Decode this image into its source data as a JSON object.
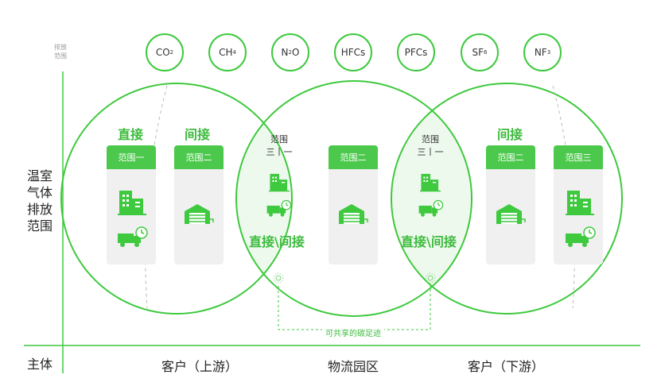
{
  "axis": {
    "top_label_line1": "排放",
    "top_label_line2": "范围",
    "left_label": [
      "温室",
      "气体",
      "排放",
      "范围"
    ],
    "bottom_label": "主体"
  },
  "gases": [
    {
      "main": "CO",
      "sub": "2"
    },
    {
      "main": "CH",
      "sub": "4"
    },
    {
      "main": "N",
      "sub": "2",
      "tail": "O"
    },
    {
      "main": "HFCs",
      "sub": ""
    },
    {
      "main": "PFCs",
      "sub": ""
    },
    {
      "main": "SF",
      "sub": "6"
    },
    {
      "main": "NF",
      "sub": "3"
    }
  ],
  "left": {
    "direct": "直接",
    "indirect": "间接",
    "card1": "范围一",
    "card2": "范围二"
  },
  "overlap_left": {
    "line1": "范围",
    "line2": "三丨一",
    "label": "直接\\间接"
  },
  "middle": {
    "card": "范围二"
  },
  "overlap_right": {
    "line1": "范围",
    "line2": "三丨一",
    "label": "直接\\间接"
  },
  "right": {
    "indirect": "间接",
    "card1": "范围二",
    "card2": "范围三"
  },
  "shared_note": "可共享的碳足迹",
  "entities": {
    "upstream": "客户（上游）",
    "park": "物流园区",
    "downstream": "客户（下游）"
  },
  "colors": {
    "accent": "#3ec93e",
    "card_header": "#4cc94c",
    "card_bg": "#f0f0f0"
  }
}
